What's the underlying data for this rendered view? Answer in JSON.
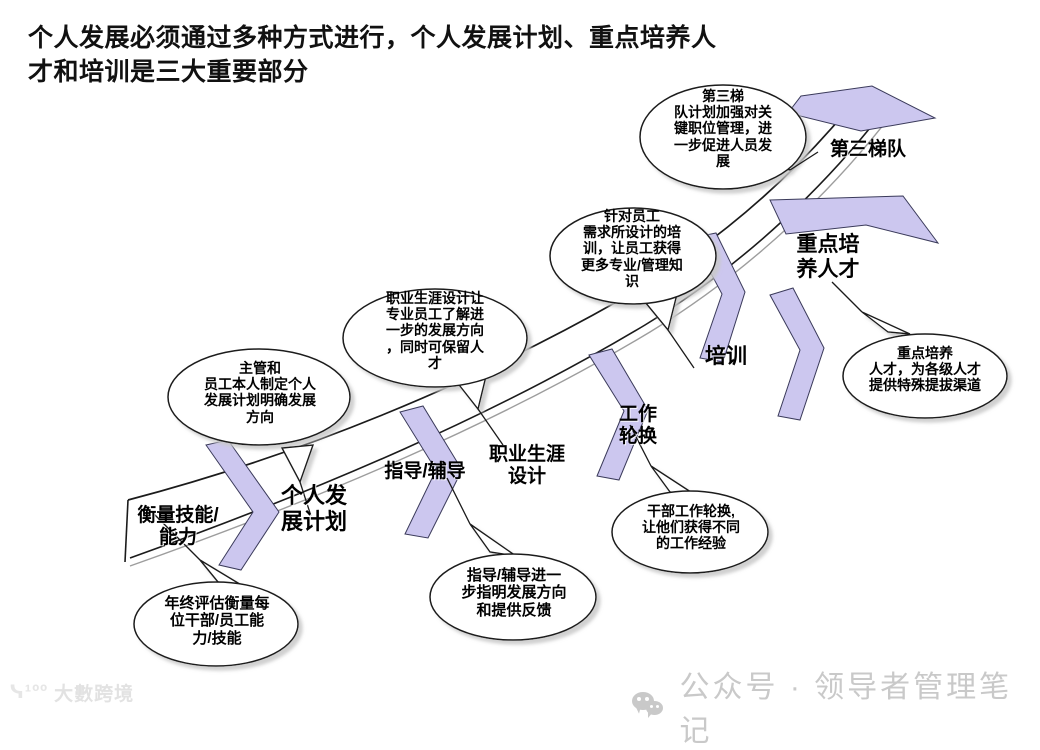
{
  "title": {
    "line1": "个人发展必须通过多种方式进行，个人发展计划、重点培养人",
    "line2": "才和培训是三大重要部分"
  },
  "colors": {
    "arrow_fill": "#ccc7ef",
    "arrow_stroke": "#3a3a5a",
    "band_stroke": "#222222",
    "bubble_fill": "#ffffff",
    "bubble_stroke": "#1a1a1a",
    "bubble_shadow": "#9a9a9a",
    "text": "#000000",
    "watermark": "#c9c9c9"
  },
  "stages": [
    {
      "id": "measure-skills",
      "label": "衡量技能/\n能力",
      "font_size": 19
    },
    {
      "id": "personal-plan",
      "label": "个人发\n展计划",
      "font_size": 22
    },
    {
      "id": "coaching",
      "label": "指导/辅导",
      "font_size": 19
    },
    {
      "id": "career-design",
      "label": "职业生涯\n设计",
      "font_size": 19
    },
    {
      "id": "job-rotation",
      "label": "工作\n轮换",
      "font_size": 19
    },
    {
      "id": "training",
      "label": "培训",
      "font_size": 21
    },
    {
      "id": "key-talent",
      "label": "重点培\n养人才",
      "font_size": 21
    },
    {
      "id": "third-echelon",
      "label": "第三梯队",
      "font_size": 19
    }
  ],
  "callouts": [
    {
      "id": "annual-review",
      "text": "年终评估衡量每\n位干部/员工能\n力/技能",
      "font_size": 15
    },
    {
      "id": "supervisor-plan",
      "text": "主管和\n员工本人制定个人\n发展计划明确发展\n方向",
      "font_size": 14
    },
    {
      "id": "coaching-feedback",
      "text": "指导/辅导进一\n步指明发展方向\n和提供反馈",
      "font_size": 15
    },
    {
      "id": "career-path",
      "text": "职业生涯设计让\n专业员工了解进\n一步的发展方向\n，同时可保留人\n才",
      "font_size": 14
    },
    {
      "id": "rotation-experience",
      "text": "干部工作轮换,\n让他们获得不同\n的工作经验",
      "font_size": 14
    },
    {
      "id": "training-design",
      "text": "针对员工\n需求所设计的培\n训，让员工获得\n更多专业/管理知\n识",
      "font_size": 14
    },
    {
      "id": "key-talent-channel",
      "text": "重点培养\n人才，为各级人才\n提供特殊提拔渠道",
      "font_size": 14
    },
    {
      "id": "third-echelon-plan",
      "text": "第三梯\n队计划加强对关\n键职位管理，进\n一步促进人员发\n展",
      "font_size": 14
    }
  ],
  "watermarks": {
    "left": "大數跨境",
    "left_glyph": "ᓭ¹ºº",
    "bottom": "公众号 · 领导者管理笔记"
  }
}
